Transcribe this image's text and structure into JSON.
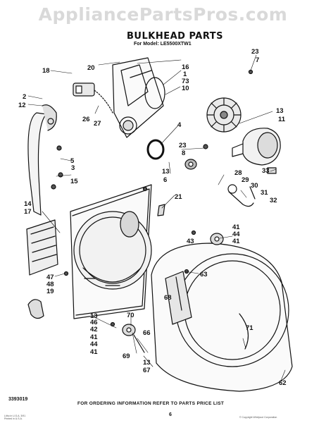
{
  "watermark": "AppliancePartsPros.com",
  "title": "BULKHEAD PARTS",
  "subtitle": "For Model: LE5500XTW1",
  "footer_note": "FOR ORDERING INFORMATION REFER TO PARTS PRICE LIST",
  "doc_number": "3393019",
  "page_number": "6",
  "fine_print_left": "Litho in U.S.A. 3/91 Printed in U.S.A.",
  "fine_print_right": "© Copyright Whirlpool Corporation",
  "callouts": [
    {
      "id": "c-18",
      "text": "18"
    },
    {
      "id": "c-20",
      "text": "20"
    },
    {
      "id": "c-16",
      "text": "16"
    },
    {
      "id": "c-1",
      "text": "1"
    },
    {
      "id": "c-73",
      "text": "73"
    },
    {
      "id": "c-10",
      "text": "10"
    },
    {
      "id": "c-23",
      "text": "23"
    },
    {
      "id": "c-7",
      "text": "7"
    },
    {
      "id": "c-2",
      "text": "2"
    },
    {
      "id": "c-12",
      "text": "12"
    },
    {
      "id": "c-26",
      "text": "26"
    },
    {
      "id": "c-27",
      "text": "27"
    },
    {
      "id": "c-13a",
      "text": "13"
    },
    {
      "id": "c-11",
      "text": "11"
    },
    {
      "id": "c-4",
      "text": "4"
    },
    {
      "id": "c-23b",
      "text": "23"
    },
    {
      "id": "c-8",
      "text": "8"
    },
    {
      "id": "c-5",
      "text": "5"
    },
    {
      "id": "c-3",
      "text": "3"
    },
    {
      "id": "c-15",
      "text": "15"
    },
    {
      "id": "c-33",
      "text": "33"
    },
    {
      "id": "c-13b",
      "text": "13"
    },
    {
      "id": "c-6",
      "text": "6"
    },
    {
      "id": "c-28",
      "text": "28"
    },
    {
      "id": "c-29",
      "text": "29"
    },
    {
      "id": "c-30",
      "text": "30"
    },
    {
      "id": "c-31",
      "text": "31"
    },
    {
      "id": "c-32",
      "text": "32"
    },
    {
      "id": "c-21",
      "text": "21"
    },
    {
      "id": "c-14",
      "text": "14"
    },
    {
      "id": "c-17",
      "text": "17"
    },
    {
      "id": "c-41a",
      "text": "41"
    },
    {
      "id": "c-44a",
      "text": "44"
    },
    {
      "id": "c-41b",
      "text": "41"
    },
    {
      "id": "c-43",
      "text": "43"
    },
    {
      "id": "c-63",
      "text": "63"
    },
    {
      "id": "c-47",
      "text": "47"
    },
    {
      "id": "c-48",
      "text": "48"
    },
    {
      "id": "c-19",
      "text": "19"
    },
    {
      "id": "c-68",
      "text": "68"
    },
    {
      "id": "c-13c",
      "text": "13"
    },
    {
      "id": "c-46",
      "text": "46"
    },
    {
      "id": "c-42",
      "text": "42"
    },
    {
      "id": "c-41c",
      "text": "41"
    },
    {
      "id": "c-44b",
      "text": "44"
    },
    {
      "id": "c-41d",
      "text": "41"
    },
    {
      "id": "c-70",
      "text": "70"
    },
    {
      "id": "c-66",
      "text": "66"
    },
    {
      "id": "c-69",
      "text": "69"
    },
    {
      "id": "c-13d",
      "text": "13"
    },
    {
      "id": "c-67",
      "text": "67"
    },
    {
      "id": "c-71",
      "text": "71"
    },
    {
      "id": "c-62",
      "text": "62"
    }
  ]
}
